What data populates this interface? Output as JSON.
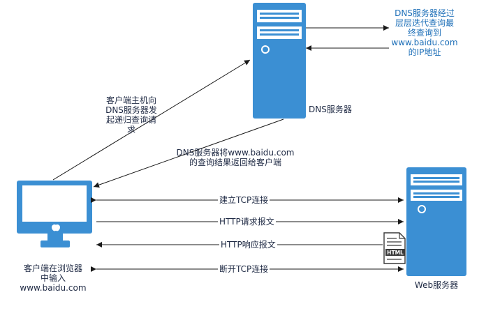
{
  "colors": {
    "device": "#3b8fd3",
    "line": "#1a1a1a",
    "label_blue": "#1d6fb8",
    "text": "#1f2a44"
  },
  "icons": {
    "dns_server": "server-tower-icon",
    "web_server": "server-tower-icon",
    "client": "desktop-monitor-icon",
    "doc": "html-document-icon",
    "logo": "apple-logo-icon"
  },
  "nodes": {
    "dns_server": {
      "label": "DNS服务器"
    },
    "web_server": {
      "label": "Web服务器"
    },
    "client": {
      "label_lines": [
        "客户端在浏览器",
        "中输入",
        "www.baidu.com"
      ]
    },
    "html_doc": {
      "label": "HTML"
    }
  },
  "notes": {
    "iterative": [
      "DNS服务器经过",
      "层层迭代查询最",
      "终查询到",
      "www.baidu.com",
      "的IP地址"
    ],
    "recursive": [
      "客户端主机向",
      "DNS服务器发",
      "起递归查询请",
      "求"
    ],
    "reply": [
      "DNS服务器将www.baidu.com",
      "的查询结果返回给客户端"
    ]
  },
  "flows": [
    {
      "label": "建立TCP连接"
    },
    {
      "label": "HTTP请求报文"
    },
    {
      "label": "HTTP响应报文"
    },
    {
      "label": "断开TCP连接"
    }
  ]
}
